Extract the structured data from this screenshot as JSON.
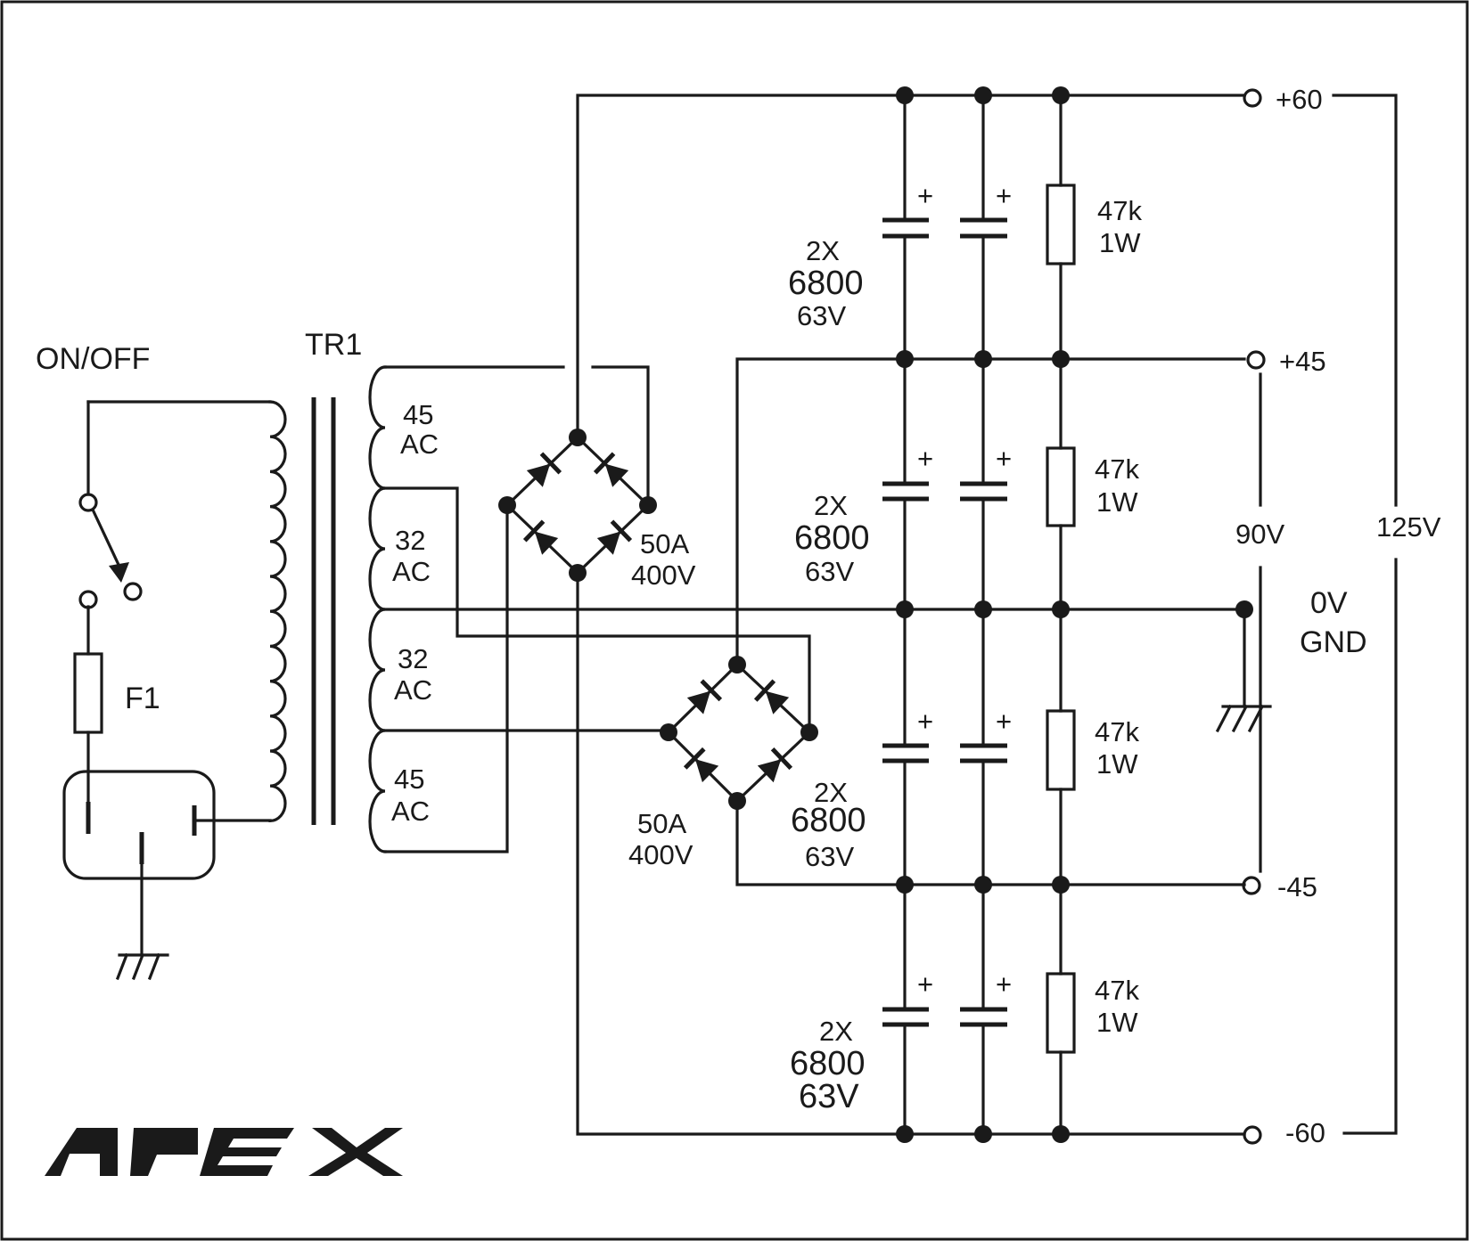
{
  "switch": {
    "label": "ON/OFF"
  },
  "fuse": {
    "label": "F1"
  },
  "transformer": {
    "label": "TR1",
    "secondaries": [
      {
        "value": "45",
        "type": "AC"
      },
      {
        "value": "32",
        "type": "AC"
      },
      {
        "value": "32",
        "type": "AC"
      },
      {
        "value": "45",
        "type": "AC"
      }
    ]
  },
  "bridges": [
    {
      "current": "50A",
      "voltage": "400V"
    },
    {
      "current": "50A",
      "voltage": "400V"
    }
  ],
  "capacitor_banks": [
    {
      "qty": "2X",
      "cap": "6800",
      "voltage": "63V"
    },
    {
      "qty": "2X",
      "cap": "6800",
      "voltage": "63V"
    },
    {
      "qty": "2X",
      "cap": "6800",
      "voltage": "63V"
    },
    {
      "qty": "2X",
      "cap": "6800",
      "voltage": "63V"
    }
  ],
  "capacitor_polarity": "+",
  "resistors": [
    {
      "value": "47k",
      "power": "1W"
    },
    {
      "value": "47k",
      "power": "1W"
    },
    {
      "value": "47k",
      "power": "1W"
    },
    {
      "value": "47k",
      "power": "1W"
    }
  ],
  "rails": [
    "+60",
    "+45",
    "-45",
    "-60"
  ],
  "ground": {
    "line1": "0V",
    "line2": "GND"
  },
  "spans": {
    "inner": "90V",
    "outer": "125V"
  },
  "logo": "APEX",
  "colors": {
    "ink": "#1a1a1a",
    "background": "#ffffff"
  }
}
